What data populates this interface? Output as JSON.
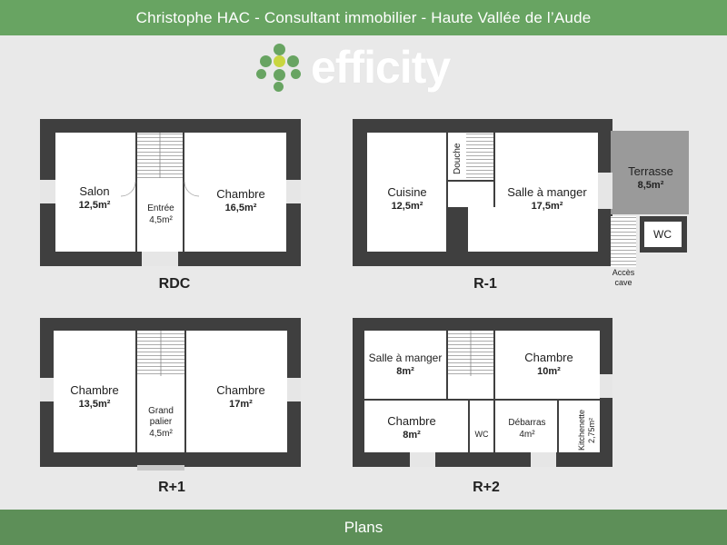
{
  "header": {
    "title": "Christophe HAC - Consultant immobilier - Haute Vallée de l’Aude"
  },
  "logo": {
    "wordmark": "efficity"
  },
  "footer": {
    "label": "Plans"
  },
  "plans": {
    "rdc": {
      "title": "RDC",
      "salon": {
        "name": "Salon",
        "area": "12,5m²"
      },
      "entree": {
        "name": "Entrée",
        "area": "4,5m²"
      },
      "chambre": {
        "name": "Chambre",
        "area": "16,5m²"
      }
    },
    "r_minus_1": {
      "title": "R-1",
      "cuisine": {
        "name": "Cuisine",
        "area": "12,5m²"
      },
      "douche": {
        "name": "Douche"
      },
      "salle": {
        "name": "Salle à manger",
        "area": "17,5m²"
      },
      "terrasse": {
        "name": "Terrasse",
        "area": "8,5m²"
      },
      "wc": {
        "name": "WC"
      },
      "acces": {
        "line1": "Accès",
        "line2": "cave"
      }
    },
    "r_plus_1": {
      "title": "R+1",
      "chambre_a": {
        "name": "Chambre",
        "area": "13,5m²"
      },
      "palier": {
        "line1": "Grand",
        "line2": "palier",
        "area": "4,5m²"
      },
      "chambre_b": {
        "name": "Chambre",
        "area": "17m²"
      }
    },
    "r_plus_2": {
      "title": "R+2",
      "salle": {
        "name": "Salle à manger",
        "area": "8m²"
      },
      "chambre_a": {
        "name": "Chambre",
        "area": "10m²"
      },
      "chambre_b": {
        "name": "Chambre",
        "area": "8m²"
      },
      "wc": {
        "name": "WC"
      },
      "debarras": {
        "name": "Débarras",
        "area": "4m²"
      },
      "kitchenette": {
        "name": "Kitchenette",
        "area": "2,75m²"
      }
    }
  },
  "colors": {
    "green": "#68a462",
    "wall": "#3f3f3f",
    "floor": "#ffffff",
    "terrace": "#9a9a9a"
  }
}
